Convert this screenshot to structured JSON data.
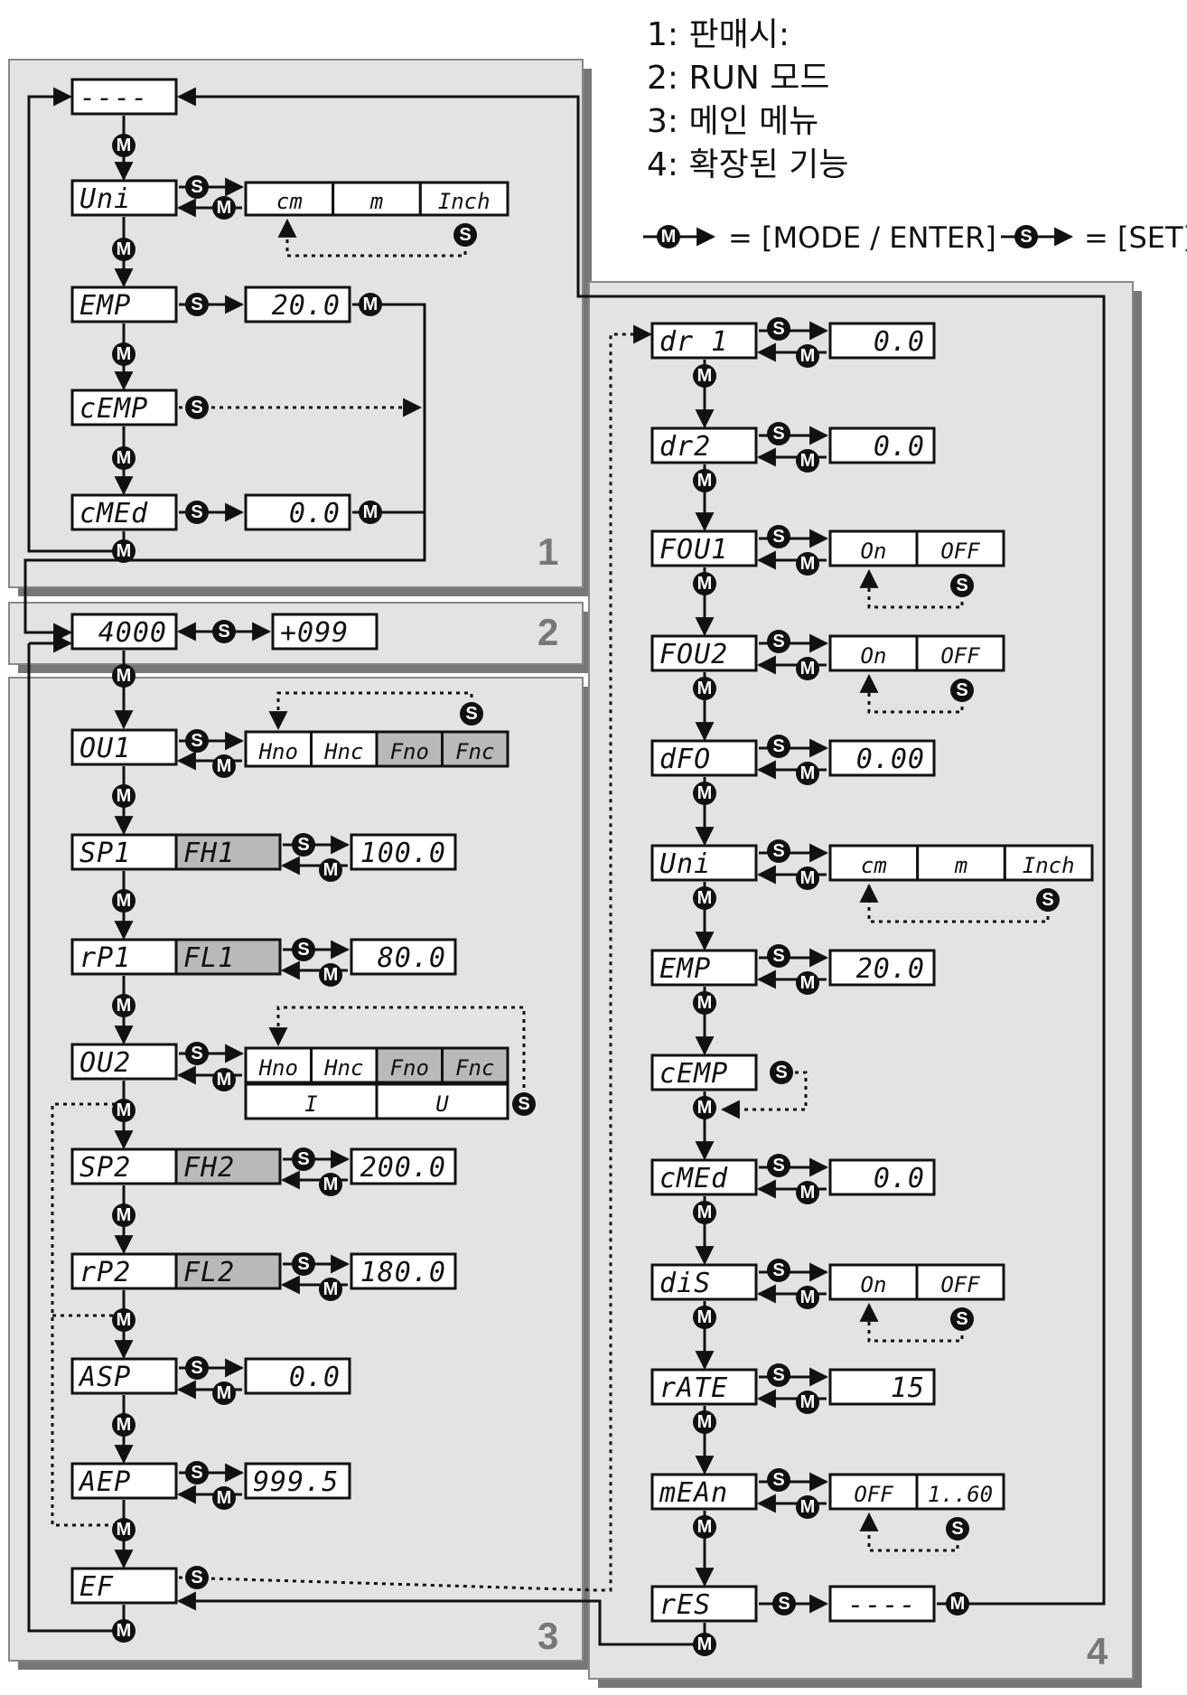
{
  "legend": {
    "items": [
      "1:  판매시:",
      "2:  RUN 모드",
      "3:  메인 메뉴",
      "4:  확장된 기능"
    ],
    "mode_key": "= [MODE / ENTER]",
    "set_key": "= [SET]",
    "m_letter": "M",
    "s_letter": "S"
  },
  "panels": [
    "1",
    "2",
    "3",
    "4"
  ],
  "panel1": {
    "start": "----",
    "uni": "Uni",
    "uni_opts": [
      "cm",
      "m",
      "Inch"
    ],
    "emp": "EMP",
    "emp_val": "20.0",
    "cemp": "cEMP",
    "cmed": "cMEd",
    "cmed_val": "0.0"
  },
  "panel2": {
    "run": "4000",
    "run_alt": "+099"
  },
  "panel3": {
    "ou1": "OU1",
    "ou1_opts": [
      "Hno",
      "Hnc",
      "Fno",
      "Fnc"
    ],
    "sp1": "SP1",
    "fh1": "FH1",
    "sp1_val": "100.0",
    "rp1": "rP1",
    "fl1": "FL1",
    "rp1_val": "80.0",
    "ou2": "OU2",
    "ou2_opts": [
      "Hno",
      "Hnc",
      "Fno",
      "Fnc"
    ],
    "ou2_opts2": [
      "I",
      "U"
    ],
    "sp2": "SP2",
    "fh2": "FH2",
    "sp2_val": "200.0",
    "rp2": "rP2",
    "fl2": "FL2",
    "rp2_val": "180.0",
    "asp": "ASP",
    "asp_val": "0.0",
    "aep": "AEP",
    "aep_val": "999.5",
    "ef": "EF"
  },
  "panel4": {
    "dr1": "dr 1",
    "dr1_val": "0.0",
    "dr2": "dr2",
    "dr2_val": "0.0",
    "fou1": "FOU1",
    "fou1_opts": [
      "On",
      "OFF"
    ],
    "fou2": "FOU2",
    "fou2_opts": [
      "On",
      "OFF"
    ],
    "dfo": "dFO",
    "dfo_val": "0.00",
    "uni": "Uni",
    "uni_opts": [
      "cm",
      "m",
      "Inch"
    ],
    "emp": "EMP",
    "emp_val": "20.0",
    "cemp": "cEMP",
    "cmed": "cMEd",
    "cmed_val": "0.0",
    "dis": "diS",
    "dis_opts": [
      "On",
      "OFF"
    ],
    "rate": "rATE",
    "rate_val": "15",
    "mean": "mEAn",
    "mean_opts": [
      "OFF",
      "1..60"
    ],
    "res": "rES",
    "res_val": "----"
  }
}
